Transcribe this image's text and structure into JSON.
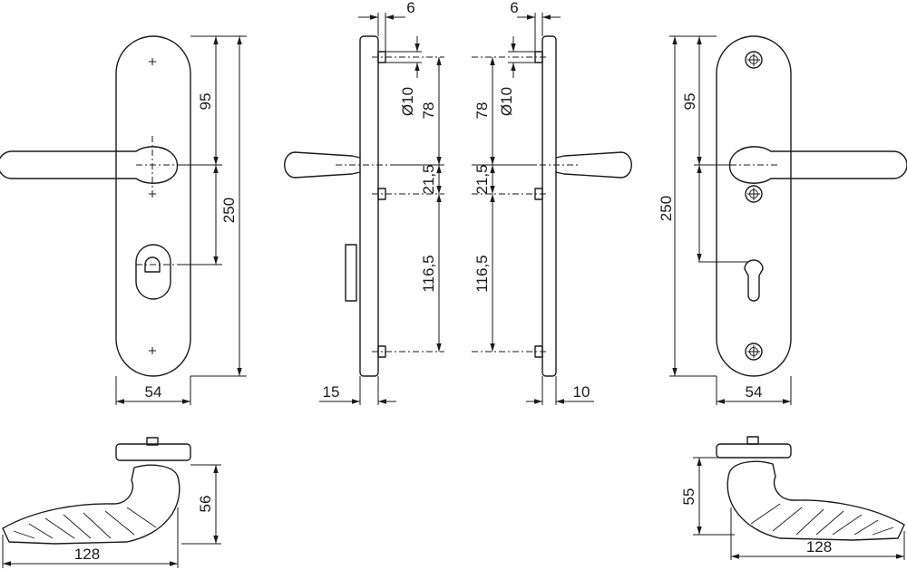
{
  "dimensions": {
    "front_left": {
      "height_total": "250",
      "height_upper": "95",
      "width": "54"
    },
    "side_left": {
      "rose_offset": "6",
      "hole_diameter": "Ø10",
      "spacing_upper": "78",
      "spacing_mid": "21,5",
      "spacing_lower": "116,5",
      "thickness": "15"
    },
    "side_right": {
      "rose_offset": "6",
      "hole_diameter": "Ø10",
      "spacing_upper": "78",
      "spacing_mid": "21,5",
      "spacing_lower": "116,5",
      "thickness": "10"
    },
    "front_right": {
      "height_total": "250",
      "height_upper": "95",
      "width": "54"
    },
    "handle_left": {
      "height": "56",
      "length": "128"
    },
    "handle_right": {
      "height": "55",
      "length": "128"
    }
  }
}
